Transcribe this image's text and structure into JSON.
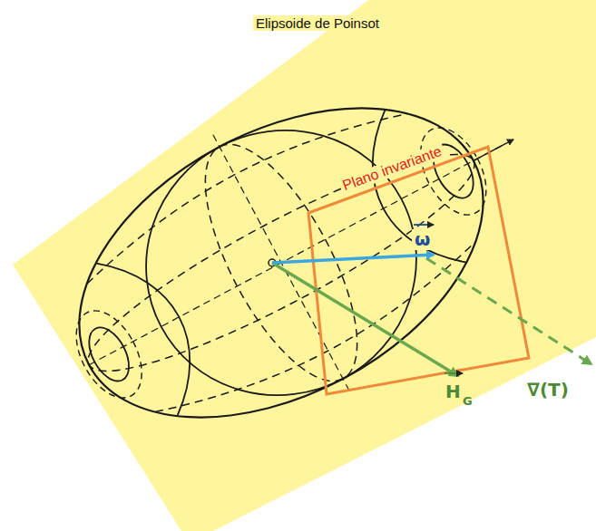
{
  "diagram": {
    "labels": [
      "Elipsoide de Poinsot",
      "Plano invariante",
      "ω",
      "H",
      "G",
      "∇(T)"
    ]
  }
}
